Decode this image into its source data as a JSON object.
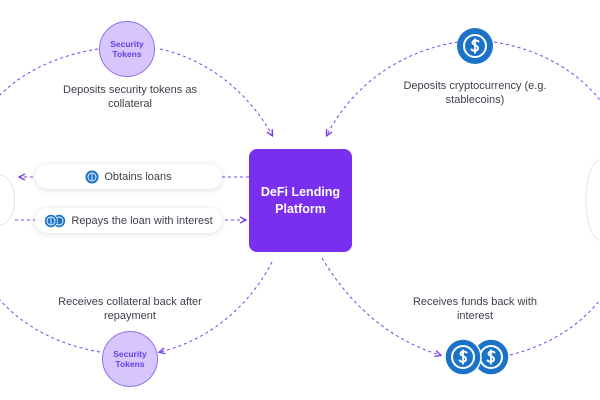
{
  "platform": {
    "label": "DeFi Lending Platform"
  },
  "left": {
    "top_token": "Security Tokens",
    "top_caption": "Deposits security tokens as collateral",
    "bottom_caption": "Receives collateral back after repayment",
    "bottom_token": "Security Tokens"
  },
  "right": {
    "top_caption": "Deposits cryptocurrency (e.g. stablecoins)",
    "bottom_caption": "Receives funds back with interest"
  },
  "pills": {
    "loans": "Obtains loans",
    "repay": "Repays the loan with interest"
  },
  "colors": {
    "platform": "#7a2ff0",
    "token_fill": "#d7c6fb",
    "coin": "#1a73c8",
    "arrow": "#7a3ff0"
  },
  "icons": [
    "stablecoin-icon",
    "arrow-icon"
  ]
}
